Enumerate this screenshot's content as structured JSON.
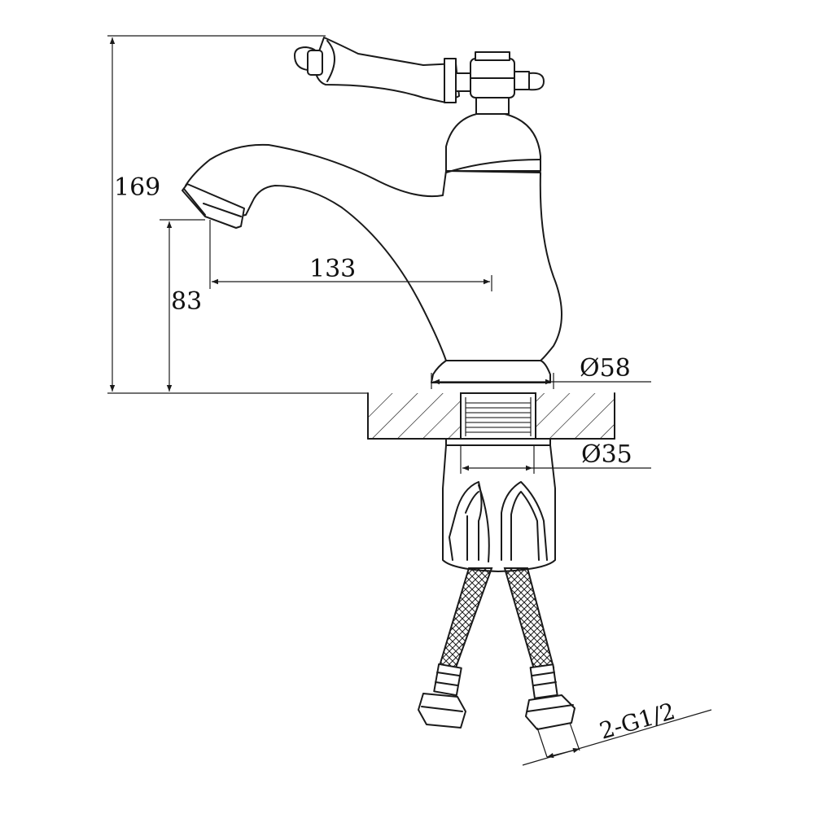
{
  "dimensions": {
    "overall_height": "169",
    "spout_height": "83",
    "spout_reach": "133",
    "base_diameter": "Ø58",
    "shank_diameter": "Ø35",
    "hose_connection": "2-G1/2"
  }
}
